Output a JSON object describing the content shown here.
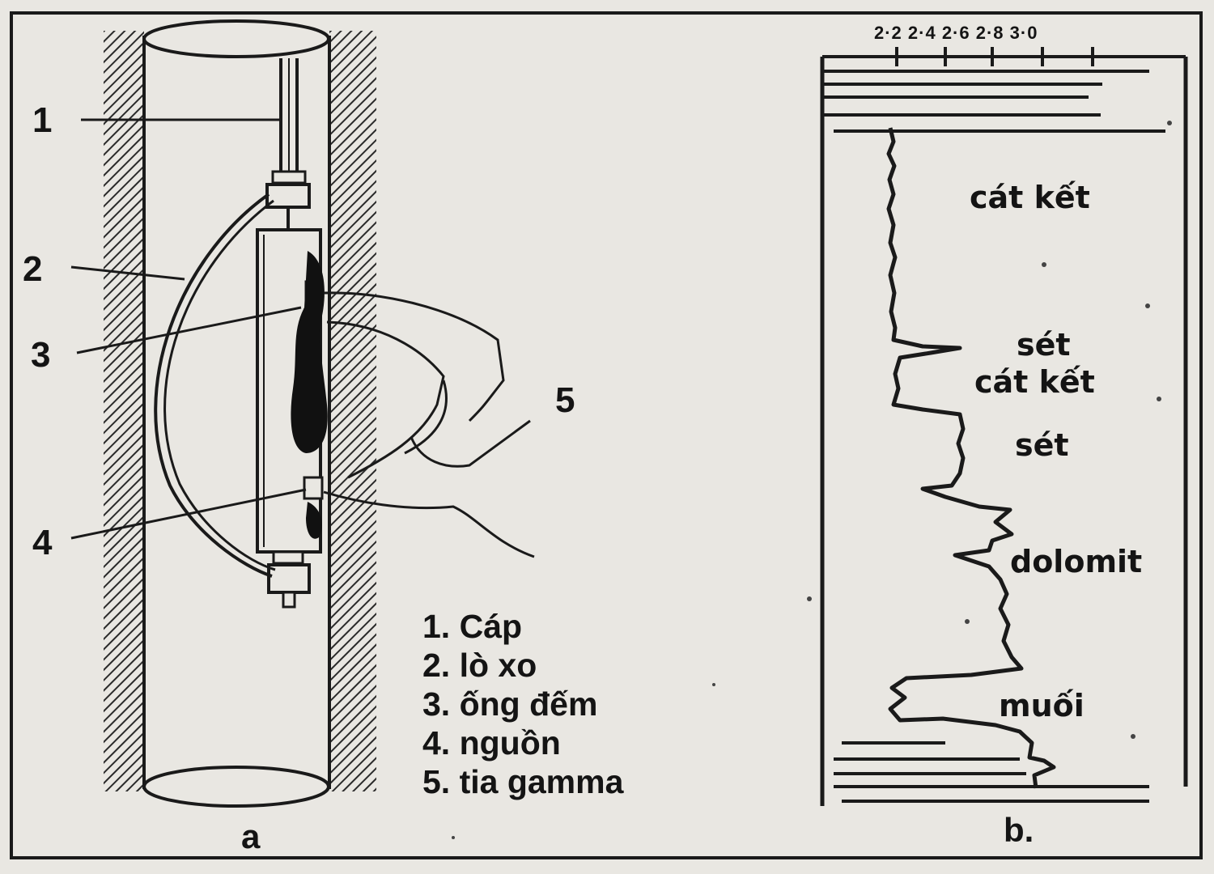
{
  "panel_a": {
    "label": "a",
    "callouts": [
      "1",
      "2",
      "3",
      "4",
      "5"
    ],
    "legend": [
      "1. Cáp",
      "2.  lò xo",
      "3. ống đếm",
      "4. nguồn",
      "5. tia gamma"
    ]
  },
  "panel_b": {
    "label": "b.",
    "scale_ticks": "2·2 2·4  2·6 2·8 3·0",
    "lithology": [
      "cát kết",
      "sét",
      "cát kết",
      "sét",
      "dolomit",
      "muối"
    ]
  }
}
